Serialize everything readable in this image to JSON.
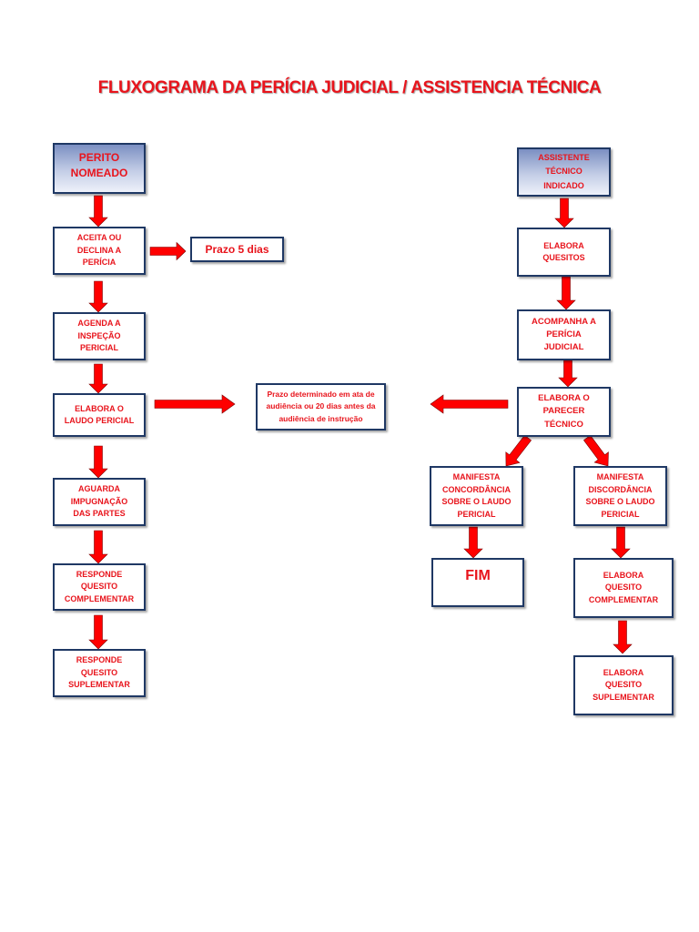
{
  "title": "FLUXOGRAMA DA PERÍCIA JUDICIAL / ASSISTENCIA TÉCNICA",
  "colors": {
    "text": "#e8141c",
    "arrow": "#ff0000",
    "border": "#1f3864",
    "header_gradient_top": "#7b8fc2"
  },
  "left": {
    "perito": [
      "PERITO",
      "NOMEADO"
    ],
    "aceita": [
      "ACEITA OU",
      "DECLINA A",
      "PERÍCIA"
    ],
    "prazo5": [
      "Prazo 5 dias"
    ],
    "agenda": [
      "AGENDA A",
      "INSPEÇÃO",
      "PERICIAL"
    ],
    "elabora_laudo": [
      "ELABORA O",
      "LAUDO PERICIAL"
    ],
    "aguarda": [
      "AGUARDA",
      "IMPUGNAÇÃO",
      "DAS PARTES"
    ],
    "responde_comp": [
      "RESPONDE",
      "QUESITO",
      "COMPLEMENTAR"
    ],
    "responde_sup": [
      "RESPONDE",
      "QUESITO",
      "SUPLEMENTAR"
    ]
  },
  "center": {
    "prazo_determinado": [
      "Prazo determinado em ata de",
      "audiência ou 20 dias antes da",
      "audiência de instrução"
    ]
  },
  "right": {
    "assistente": [
      "ASSISTENTE",
      "TÉCNICO",
      "INDICADO"
    ],
    "elabora_quesitos": [
      "ELABORA",
      "QUESITOS"
    ],
    "acompanha": [
      "ACOMPANHA A",
      "PERÍCIA",
      "JUDICIAL"
    ],
    "parecer": [
      "ELABORA O",
      "PARECER",
      "TÉCNICO"
    ],
    "concordancia": [
      "MANIFESTA",
      "CONCORDÂNCIA",
      "SOBRE O LAUDO",
      "PERICIAL"
    ],
    "discordancia": [
      "MANIFESTA",
      "DISCORDÂNCIA",
      "SOBRE O LAUDO",
      "PERICIAL"
    ],
    "fim": [
      "FIM"
    ],
    "elabora_comp": [
      "ELABORA",
      "QUESITO",
      "COMPLEMENTAR"
    ],
    "elabora_sup": [
      "ELABORA",
      "QUESITO",
      "SUPLEMENTAR"
    ]
  }
}
